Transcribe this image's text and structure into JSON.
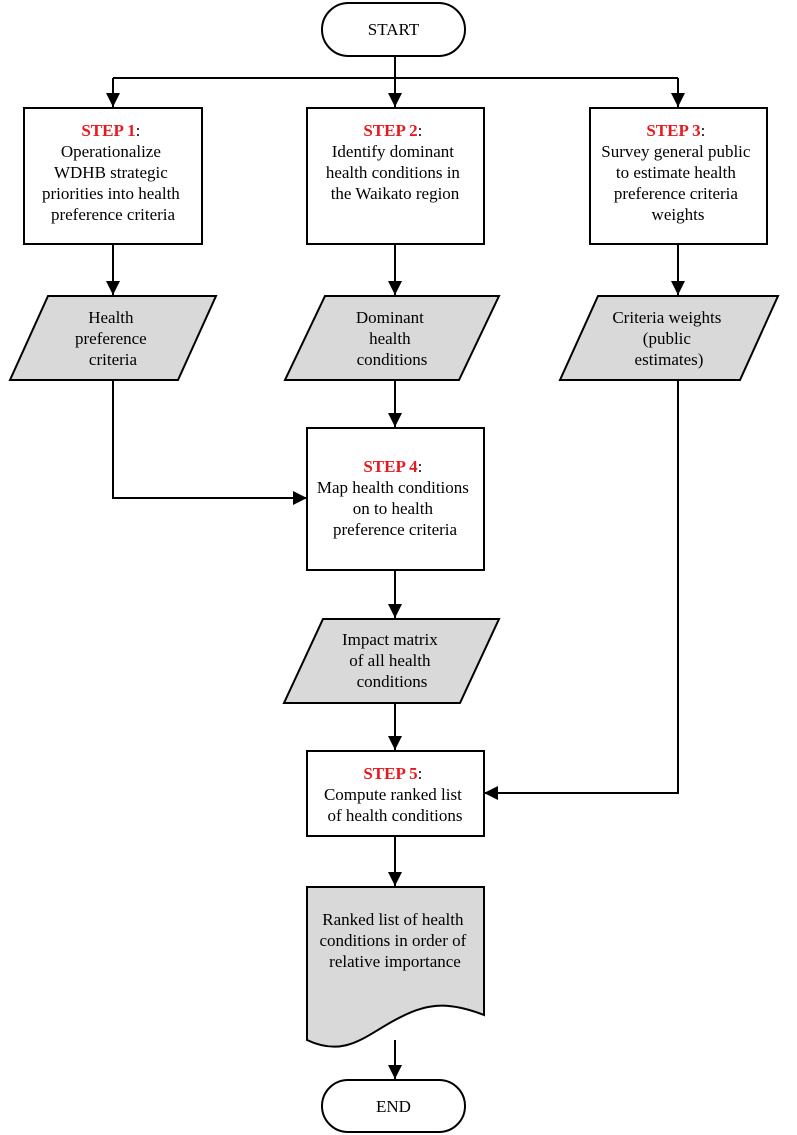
{
  "colors": {
    "step_label": "#e8191e",
    "data_fill": "#d9d9d9",
    "process_fill": "#ffffff",
    "stroke": "#000000"
  },
  "terminals": {
    "start": "START",
    "end": "END"
  },
  "steps": [
    {
      "label": "STEP 1",
      "colon": ":",
      "lines": [
        "Operationalize",
        "WDHB strategic",
        "priorities into health",
        "preference criteria"
      ]
    },
    {
      "label": "STEP 2",
      "colon": ":",
      "lines": [
        "Identify dominant",
        "health conditions in",
        "the Waikato region"
      ]
    },
    {
      "label": "STEP 3",
      "colon": ":",
      "lines": [
        "Survey general public",
        "to estimate health",
        "preference criteria",
        "weights"
      ]
    },
    {
      "label": "STEP 4",
      "colon": ":",
      "lines": [
        "Map health conditions",
        "on to health",
        "preference criteria"
      ]
    },
    {
      "label": "STEP 5",
      "colon": ":",
      "lines": [
        "Compute ranked list",
        "of health conditions"
      ]
    }
  ],
  "data_items": [
    {
      "lines": [
        "Health",
        "preference",
        "criteria"
      ]
    },
    {
      "lines": [
        "Dominant",
        "health",
        "conditions"
      ]
    },
    {
      "lines": [
        "Criteria weights",
        "(public",
        "estimates)"
      ]
    },
    {
      "lines": [
        "Impact matrix",
        "of all health",
        "conditions"
      ]
    }
  ],
  "output_document": {
    "lines": [
      "Ranked list of health",
      "conditions in order of",
      "relative importance"
    ]
  }
}
